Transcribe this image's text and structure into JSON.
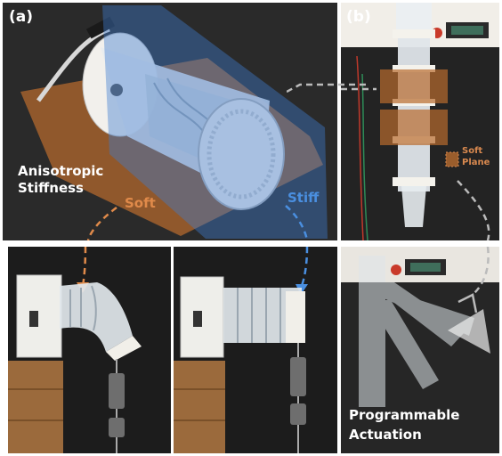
{
  "panel_a": {
    "letter": "(a)",
    "title_line1": "Anisotropic",
    "title_line2": "Stiffness",
    "soft_label": "Soft",
    "stiff_label": "Stiff"
  },
  "panel_b": {
    "letter": "(b)",
    "soft_plane_line1": "Soft",
    "soft_plane_line2": "Plane",
    "title_line1": "Programmable",
    "title_line2": "Actuation"
  },
  "colors": {
    "soft_plane": "#b86b2e",
    "stiff_plane": "#3f7ccf",
    "background_dark": "#262626",
    "wood": "#9b6a3c"
  }
}
